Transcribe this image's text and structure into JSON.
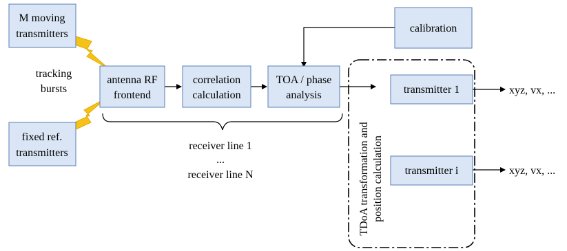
{
  "blocks": {
    "m_moving": [
      "M moving",
      "transmitters"
    ],
    "fixed_ref": [
      "fixed ref.",
      "transmitters"
    ],
    "antenna": [
      "antenna RF",
      "frontend"
    ],
    "correlation": [
      "correlation",
      "calculation"
    ],
    "toa": [
      "TOA / phase",
      "analysis"
    ],
    "calibration": [
      "calibration"
    ],
    "transmitter_1": [
      "transmitter 1"
    ],
    "transmitter_i": [
      "transmitter i"
    ]
  },
  "labels": {
    "tracking_bursts": [
      "tracking",
      "bursts"
    ],
    "receiver_lines": [
      "receiver line 1",
      "...",
      "receiver line N"
    ],
    "tdoa": [
      "TDoA transformation and",
      "position calculation"
    ],
    "output_1": "xyz, vx, ...",
    "output_i": "xyz, vx, ..."
  },
  "colors": {
    "box_fill": "#dae6f5",
    "box_border": "#5a7db5",
    "bolt": "#f6c216"
  }
}
